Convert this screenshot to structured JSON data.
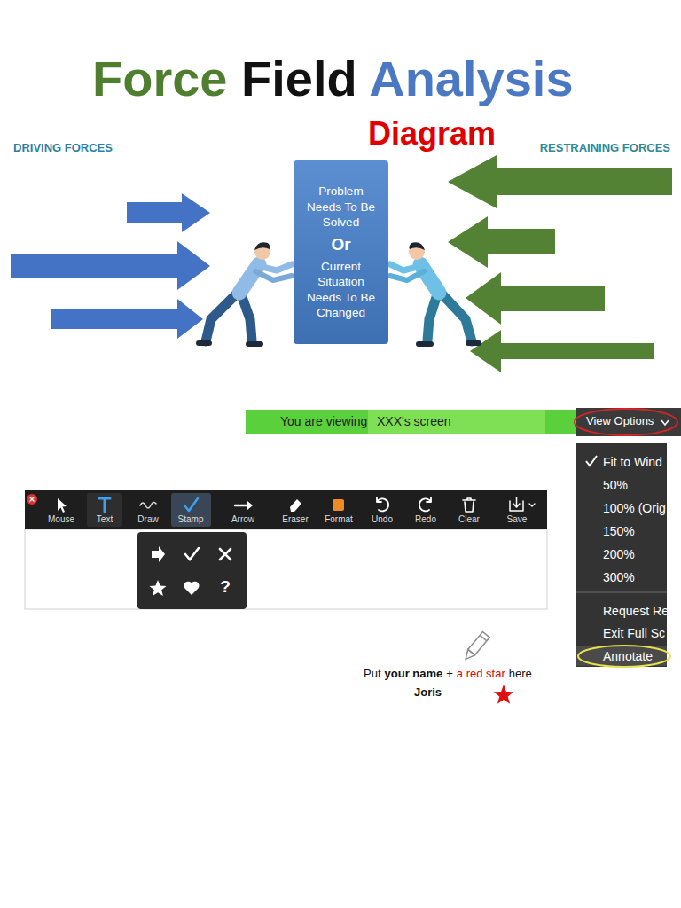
{
  "diagram": {
    "title": "Force Field Analysis",
    "nodes": [
      {
        "text": [
          "Problem Needs To Be Solved",
          "Or",
          "Current Situation Needs To Be Changed"
        ]
      },
      {
        "text": [
          "XXX's screen"
        ]
      }
    ],
    "labels": [
      "Diagram",
      "DRIVING FORCES",
      "RESTRAINING FORCES",
      "You are viewing",
      "View Options",
      "Fit to Wind",
      "50%",
      "100% (Orig",
      "150%",
      "200%",
      "300%",
      "Request Re",
      "Exit Full Sc",
      "Annotate",
      "Mouse",
      "Text",
      "Draw",
      "Stamp",
      "Arrow",
      "Eraser",
      "Format",
      "Undo",
      "Redo",
      "Clear",
      "Save",
      "?",
      "Put",
      "your name",
      "+",
      "a red star",
      "here",
      "Joris"
    ]
  }
}
